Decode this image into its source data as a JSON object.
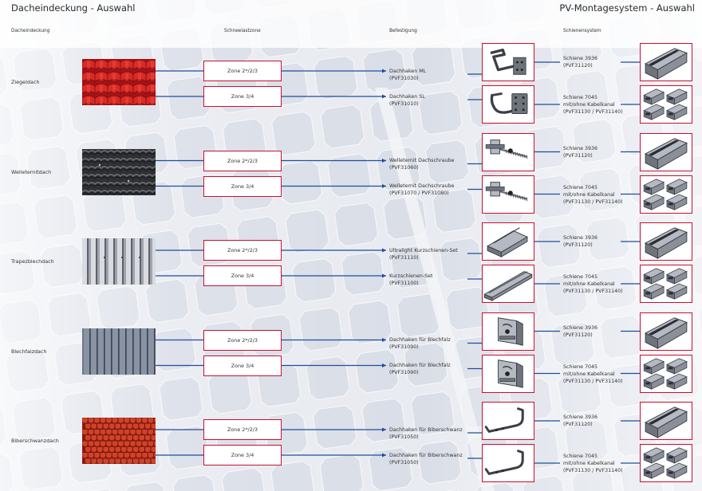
{
  "titles": {
    "left": "Dacheindeckung - Auswahl",
    "right": "PV-Montagesystem - Auswahl"
  },
  "headers": {
    "roof": "Dacheindeckung",
    "snow": "Schneelastzone",
    "fixing": "Befestigung",
    "rail": "Schienensystem"
  },
  "colors": {
    "accent": "#c8102e",
    "connector": "#1f4e9c"
  },
  "rows": [
    {
      "roof": "Ziegeldach",
      "texture": "roof-tiles",
      "options": [
        {
          "zone": "Zone 2*/2/3",
          "fixing": "Dachhaken ML",
          "fixing_code": "(PVF31030)",
          "fixing_icon": "roof-hook-icon",
          "rail": "Schiene 3936",
          "rail_extra": "",
          "rail_code": "(PVF31120)",
          "rail_icon": "rail-single-icon"
        },
        {
          "zone": "Zone 3/4",
          "fixing": "Dachhaken SL",
          "fixing_code": "(PVF31010)",
          "fixing_icon": "roof-hook-plate-icon",
          "rail": "Schiene 7045",
          "rail_extra": "mit/ohne Kabelkanal",
          "rail_code": "(PVF31130 / PVF31140)",
          "rail_icon": "rail-double-icon"
        }
      ]
    },
    {
      "roof": "Welleternitdach",
      "texture": "corrugated-dark",
      "options": [
        {
          "zone": "Zone 2*/2/3",
          "fixing": "Welleternit Dachschraube",
          "fixing_code": "(PVF31060)",
          "fixing_icon": "roof-screw-icon",
          "rail": "Schiene 3936",
          "rail_extra": "",
          "rail_code": "(PVF31120)",
          "rail_icon": "rail-single-icon"
        },
        {
          "zone": "Zone 3/4",
          "fixing": "Welleternit Dachschraube",
          "fixing_code": "(PVF31070 / PVF31080)",
          "fixing_icon": "roof-screw-icon",
          "rail": "Schiene 7045",
          "rail_extra": "mit/ohne Kabelkanal",
          "rail_code": "(PVF31130 / PVF31140)",
          "rail_icon": "rail-double-icon"
        }
      ]
    },
    {
      "roof": "Trapezblechdach",
      "texture": "trapezoid-metal",
      "options": [
        {
          "zone": "Zone 2*/2/3",
          "fixing": "Ultralight Kurzschienen-Set",
          "fixing_code": "(PVF31110)",
          "fixing_icon": "short-rail-icon",
          "rail": "Schiene 3936",
          "rail_extra": "",
          "rail_code": "(PVF31120)",
          "rail_icon": "rail-single-icon"
        },
        {
          "zone": "Zone 3/4",
          "fixing": "Kurzschienen-Set",
          "fixing_code": "(PVF31100)",
          "fixing_icon": "long-rail-icon",
          "rail": "Schiene 7045",
          "rail_extra": "mit/ohne Kabelkanal",
          "rail_code": "(PVF31130 / PVF31140)",
          "rail_icon": "rail-double-icon"
        }
      ]
    },
    {
      "roof": "Blechfalzdach",
      "texture": "standing-seam",
      "options": [
        {
          "zone": "Zone 2*/2/3",
          "fixing": "Dachhaken für Blechfalz",
          "fixing_code": "(PVF31090)",
          "fixing_icon": "seam-clamp-icon",
          "rail": "Schiene 3936",
          "rail_extra": "",
          "rail_code": "(PVF31120)",
          "rail_icon": "rail-single-icon"
        },
        {
          "zone": "Zone 3/4",
          "fixing": "Dachhaken für Blechfalz",
          "fixing_code": "(PVF31090)",
          "fixing_icon": "seam-clamp-icon",
          "rail": "Schiene 7045",
          "rail_extra": "mit/ohne Kabelkanal",
          "rail_code": "(PVF31130 / PVF31140)",
          "rail_icon": "rail-double-icon"
        }
      ]
    },
    {
      "roof": "Biberschwanzdach",
      "texture": "beaver-tail",
      "options": [
        {
          "zone": "Zone 2*/2/3",
          "fixing": "Dachhaken für Biberschwanz",
          "fixing_code": "(PVF31050)",
          "fixing_icon": "flat-hook-icon",
          "rail": "Schiene 3936",
          "rail_extra": "",
          "rail_code": "(PVF31120)",
          "rail_icon": "rail-single-icon"
        },
        {
          "zone": "Zone 3/4",
          "fixing": "Dachhaken für Biberschwanz",
          "fixing_code": "(PVF31050)",
          "fixing_icon": "flat-hook-icon",
          "rail": "Schiene 7045",
          "rail_extra": "mit/ohne Kabelkanal",
          "rail_code": "(PVF31130 / PVF31140)",
          "rail_icon": "rail-double-icon"
        }
      ]
    }
  ]
}
